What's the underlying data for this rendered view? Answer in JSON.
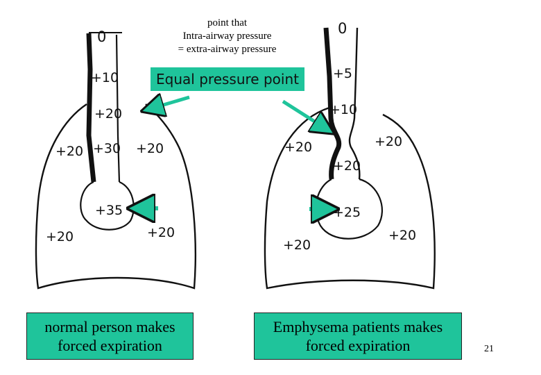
{
  "annotation": {
    "line1": "point that",
    "line2": "Intra-airway pressure",
    "line3": "= extra-airway pressure"
  },
  "equal_pressure_label": "Equal pressure point",
  "left_lung": {
    "airway_top": "0",
    "airway_upper": "+10",
    "airway_mid": "+20",
    "airway_low": "+30",
    "pleural_left": "+20",
    "pleural_right": "+20",
    "alveolus": "+35",
    "pleural_bottom_left": "+20",
    "pleural_bottom_right": "+20",
    "caption_line1": "normal person makes",
    "caption_line2": "forced expiration"
  },
  "right_lung": {
    "airway_top": "0",
    "airway_upper": "+5",
    "airway_mid": "+10",
    "airway_constriction": "+20",
    "pleural_left": "+20",
    "pleural_right": "+20",
    "alveolus": "+25",
    "pleural_bottom_left": "+20",
    "pleural_bottom_right": "+20",
    "caption_line1": "Emphysema  patients makes",
    "caption_line2": "forced expiration"
  },
  "page_number": "21",
  "colors": {
    "accent": "#1fc49b",
    "outline": "#111111"
  }
}
